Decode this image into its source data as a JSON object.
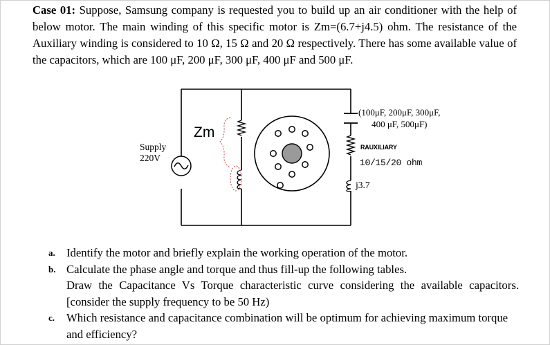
{
  "case": {
    "heading": "Case 01:",
    "text": "Suppose, Samsung company is requested you to build up an air conditioner with the help of below motor. The main winding of this specific motor is Zm=(6.7+j4.5) ohm. The resistance of the Auxiliary winding is considered to 10 Ω, 15 Ω and 20 Ω respectively. There has some available value of the capacitors, which are 100 μF, 200 μF, 300 μF, 400 μF and 500 μF."
  },
  "diagram": {
    "supply_line1": "Supply",
    "supply_line2": "220V",
    "zm_label": "Zm",
    "cap_line1": "(100μF, 200μF, 300μF,",
    "cap_line2": "400 μF, 500μF)",
    "raux_label": "RAUXILIARY",
    "raux_values": "10/15/20 ohm",
    "aux_reactance": "j3.7"
  },
  "questions": [
    {
      "marker": "a.",
      "text": "Identify the motor and briefly explain the working operation of the motor."
    },
    {
      "marker": "b.",
      "text": "Calculate the phase angle and torque and thus fill-up the following tables.",
      "extra": "Draw the Capacitance Vs Torque characteristic curve considering the available capacitors. [consider the supply frequency to be 50 Hz)"
    },
    {
      "marker": "c.",
      "text": "Which resistance and capacitance combination will be optimum for achieving maximum torque and efficiency?"
    }
  ]
}
